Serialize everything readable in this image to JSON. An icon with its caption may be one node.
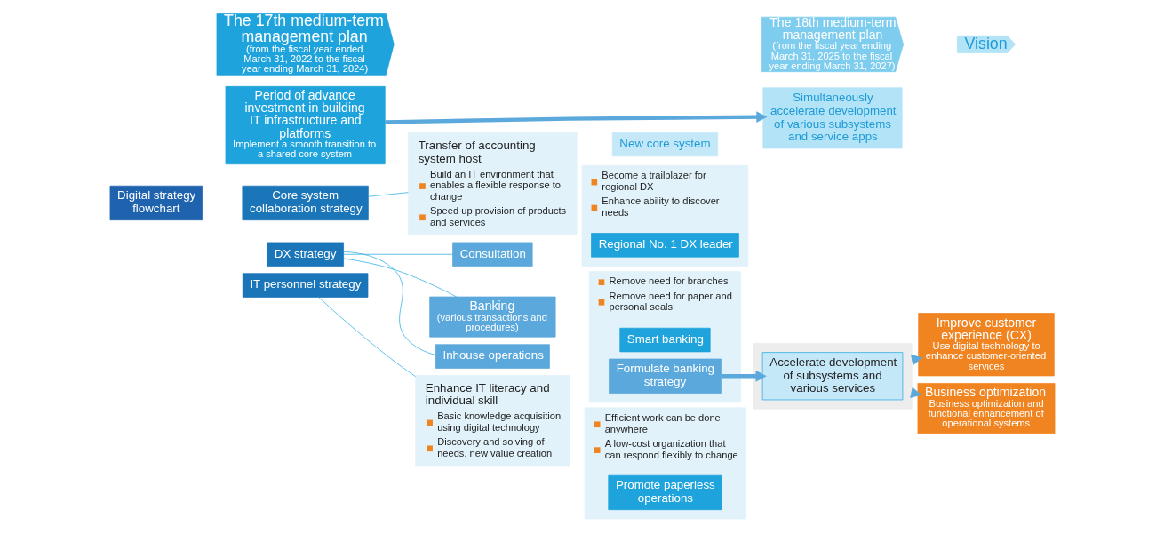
{
  "diagram": {
    "nodes": [
      {
        "text": [
          "The 17th medium-term management plan",
          "(from the fiscal year ended March 31, 2022 to the fiscal year ending March 31, 2024)"
        ]
      },
      {
        "text": [
          "The 18th medium-term management plan",
          "(from the fiscal year ending March 31, 2025 to the fiscal year ending March 31, 2027)"
        ]
      },
      {
        "text": [
          "Vision"
        ]
      },
      {
        "text": [
          "Digital strategy flowchart"
        ]
      },
      {
        "text": [
          "Period of advance investment in building IT infrastructure and platforms",
          "Implement a smooth transition to a shared core system"
        ]
      },
      {
        "text": [
          "Simultaneously accelerate development of various subsystems and service apps"
        ]
      },
      {
        "text": [
          "Core system collaboration strategy"
        ]
      },
      {
        "text": [
          "Transfer of accounting system host",
          "Build an IT environment that enables a flexible response to change",
          "Speed up provision of products and services"
        ]
      },
      {
        "text": [
          "New core system"
        ]
      },
      {
        "text": [
          "DX strategy"
        ]
      },
      {
        "text": [
          "Consultation"
        ]
      },
      {
        "text": [
          "Become a trailblazer for regional DX",
          "Enhance ability to discover needs"
        ]
      },
      {
        "text": [
          "Regional No. 1 DX leader"
        ],
        "in": 11
      },
      {
        "text": [],
        "shape": "box"
      },
      {
        "text": [
          "Accelerate development of subsystems and various services"
        ],
        "in": 13
      },
      {
        "text": [
          "Banking",
          "(various transactions and procedures)"
        ]
      },
      {
        "text": [
          "Remove need for branches",
          "Remove need for paper and personal seals"
        ]
      },
      {
        "text": [
          "Smart banking"
        ],
        "in": 16
      },
      {
        "text": [
          "Formulate banking strategy"
        ],
        "in": 16
      },
      {
        "text": [
          "Inhouse operations"
        ]
      },
      {
        "text": [
          "Efficient work can be done anywhere",
          "A low-cost organization that can respond flexibly to change"
        ]
      },
      {
        "text": [
          "Promote paperless operations"
        ],
        "in": 20
      },
      {
        "text": [
          "IT personnel strategy"
        ]
      },
      {
        "text": [
          "Enhance IT literacy and individual skill",
          "Basic knowledge acquisition using digital technology",
          "Discovery and solving of needs, new value creation"
        ]
      },
      {
        "text": [
          "Improve customer experience (CX)",
          "Use digital technology to enhance customer-oriented services"
        ]
      },
      {
        "text": [
          "Business optimization",
          "Business optimization and functional enhancement of operational systems"
        ]
      }
    ],
    "edges": [
      {
        "from": 4,
        "to": 5,
        "arrow": "to",
        "style": "thick",
        "color": "#5ba8dc"
      },
      {
        "from": 6,
        "to": 7,
        "arrow": "none"
      },
      {
        "from": 9,
        "to": 10,
        "arrow": "none"
      },
      {
        "from": 9,
        "to": 15,
        "arrow": "none"
      },
      {
        "from": 9,
        "to": 19,
        "arrow": "none"
      },
      {
        "from": 18,
        "to": 14,
        "arrow": "to",
        "style": "thick",
        "color": "#5ba8dc"
      },
      {
        "from": 22,
        "to": 23,
        "arrow": "none"
      },
      {
        "from": 13,
        "to": 24,
        "arrow": "to",
        "style": "thick",
        "color": "#5ba8dc"
      },
      {
        "from": 13,
        "to": 25,
        "arrow": "to",
        "style": "thick",
        "color": "#5ba8dc"
      }
    ]
  }
}
